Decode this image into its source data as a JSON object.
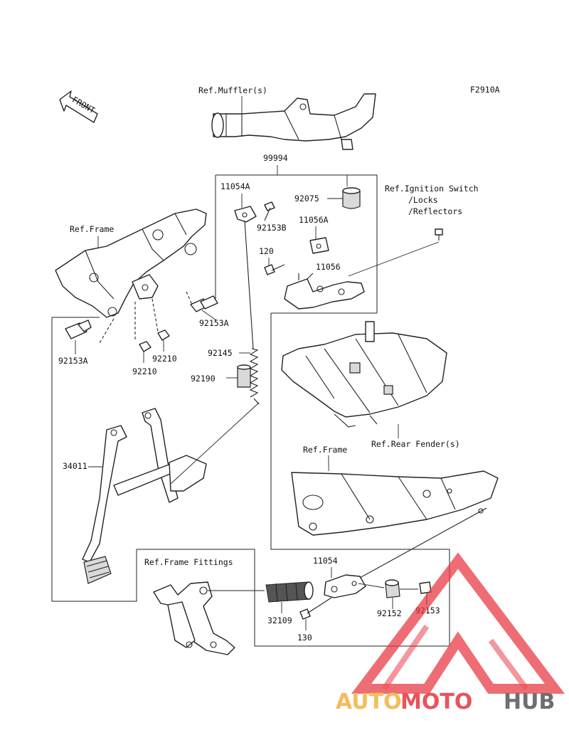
{
  "figure_code": "F2910A",
  "front_arrow": "FRONT",
  "refs": {
    "muffler": "Ref.Muffler(s)",
    "ignition_switch": "Ref.Ignition Switch",
    "locks": "/Locks",
    "reflectors": "/Reflectors",
    "frame_top": "Ref.Frame",
    "frame_right": "Ref.Frame",
    "rear_fender": "Ref.Rear Fender(s)",
    "frame_fittings": "Ref.Frame Fittings"
  },
  "parts": {
    "p99994": "99994",
    "p11054A": "11054A",
    "p92075": "92075",
    "p92153B": "92153B",
    "p11056A": "11056A",
    "p120": "120",
    "p11056": "11056",
    "p92153A_upper": "92153A",
    "p92153A_lower": "92153A",
    "p92210_right": "92210",
    "p92210_left": "92210",
    "p92145": "92145",
    "p92190": "92190",
    "p34011": "34011",
    "p11054": "11054",
    "p32109": "32109",
    "p92152": "92152",
    "p92153": "92153",
    "p130": "130"
  },
  "watermark": {
    "part1": "AUTO",
    "part2": "MOTO",
    "part3": "HUB",
    "color1": "#f3b23c",
    "color2": "#e8353f",
    "color3": "#555555"
  }
}
